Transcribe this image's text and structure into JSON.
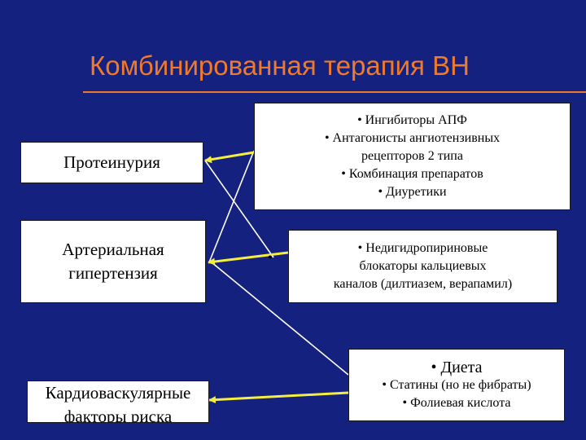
{
  "title": "Комбинированная терапия ВН",
  "colors": {
    "background": "#14217e",
    "title": "#f07a2a",
    "arrow": "#f5ee3c",
    "connector": "#ffffff"
  },
  "left_boxes": [
    {
      "lines": [
        "Протеинурия"
      ]
    },
    {
      "lines": [
        "Артериальная",
        "гипертензия"
      ]
    },
    {
      "lines": [
        "Кардиоваскулярные",
        "факторы риска"
      ]
    }
  ],
  "right_boxes": [
    {
      "lines": [
        "• Ингибиторы АПФ",
        "• Антагонисты ангиотензивных",
        "рецепторов 2 типа",
        "• Комбинация препаратов",
        "• Диуретики"
      ]
    },
    {
      "lines": [
        "• Недигидропириновые",
        "блокаторы кальциевых",
        "каналов (дилтиазем, верапамил)"
      ]
    },
    {
      "lines": [
        "• Диета",
        "• Статины (но не фибраты)",
        "• Фолиевая кислота"
      ]
    }
  ],
  "stray_mark": "•"
}
